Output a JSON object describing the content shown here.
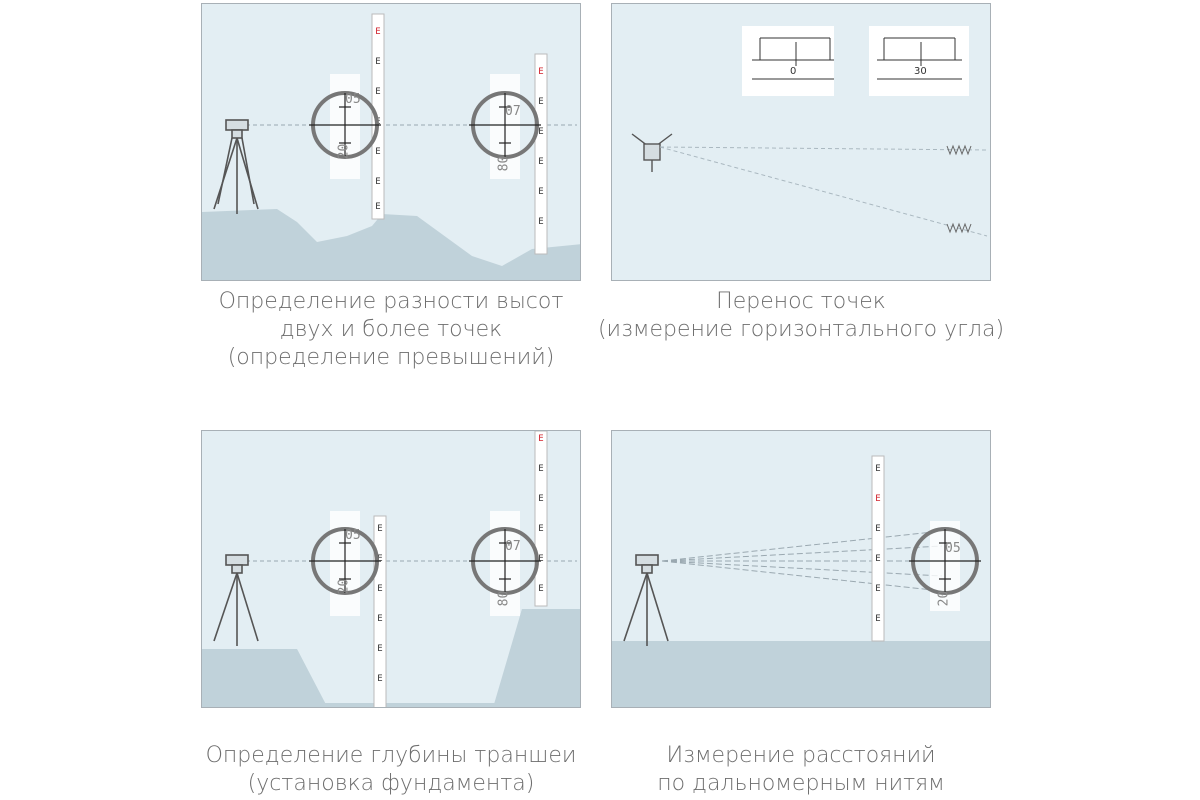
{
  "panels": [
    {
      "caption": [
        "Определение разности высот",
        "двух и более точек",
        "(определение превышений)"
      ],
      "reticles": [
        {
          "label_top": "05",
          "label_bottom": "20"
        },
        {
          "label_top": "07",
          "label_bottom": "80"
        }
      ]
    },
    {
      "caption": [
        "Перенос точек",
        "(измерение горизонтального угла)"
      ],
      "scales": [
        {
          "value": "0"
        },
        {
          "value": "30"
        }
      ]
    },
    {
      "caption": [
        "Определение глубины траншеи",
        "(установка фундамента)"
      ],
      "reticles": [
        {
          "label_top": "05",
          "label_bottom": "20"
        },
        {
          "label_top": "07",
          "label_bottom": "80"
        }
      ]
    },
    {
      "caption": [
        "Измерение расстояний",
        "по дальномерным нитям"
      ],
      "reticles": [
        {
          "label_top": "05",
          "label_bottom": "20"
        }
      ]
    }
  ],
  "colors": {
    "panel_bg": "#e3eef3",
    "ground": "#c0d2da",
    "ink": "#3a3a3a",
    "accent_red": "#d0202a",
    "caption": "#6e6e6e"
  },
  "icons": [
    "tripod-level-icon",
    "staff-icon",
    "reticle-icon",
    "theodolite-icon",
    "scale-icon"
  ]
}
